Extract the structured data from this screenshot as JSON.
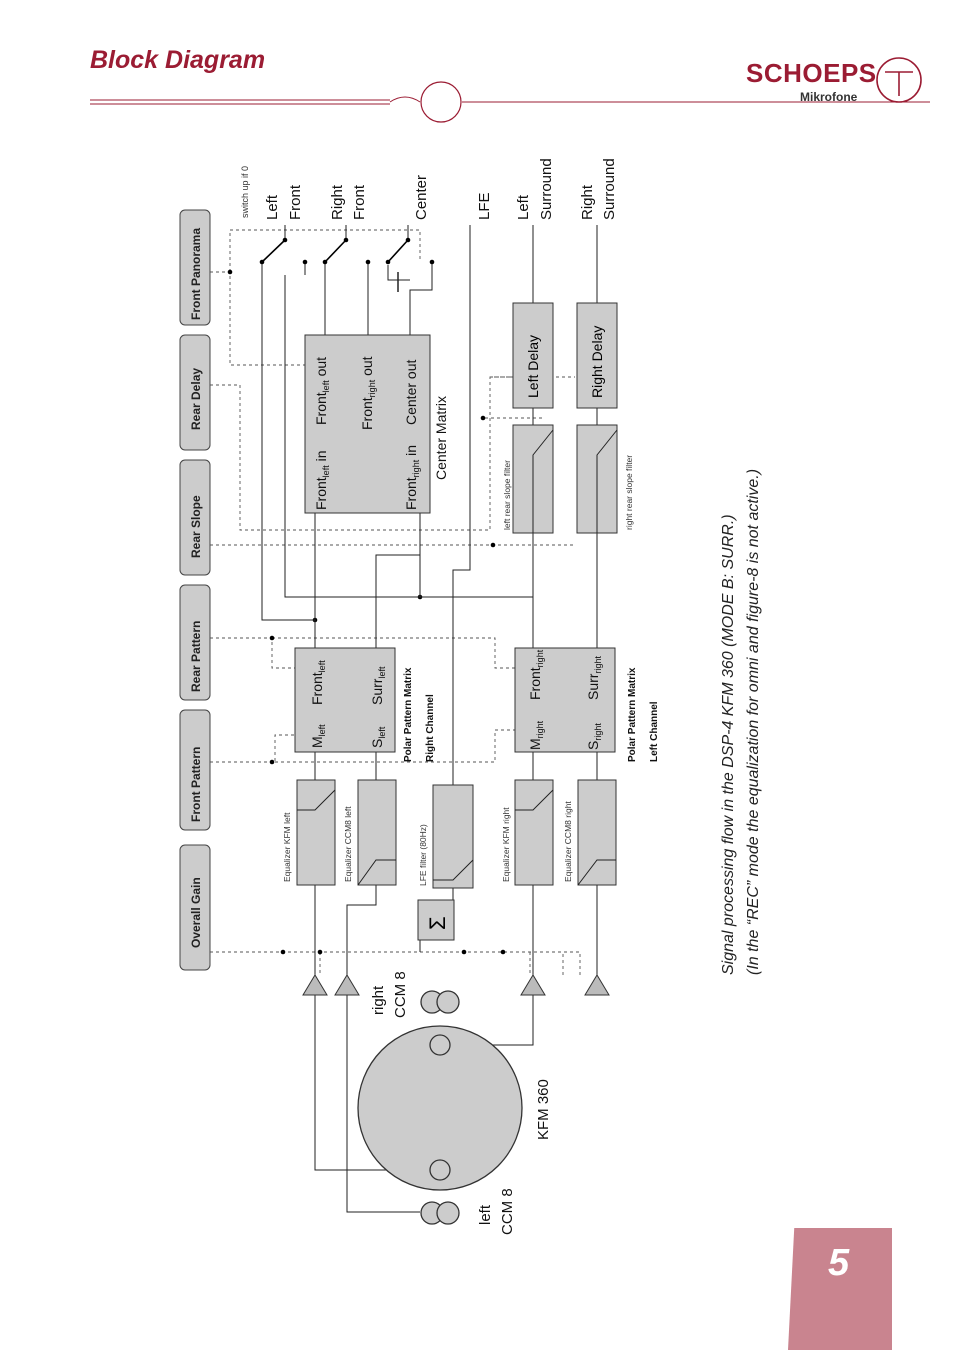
{
  "header": {
    "title": "Block Diagram",
    "brand": "SCHOEPS",
    "brand_sub": "Mikrofone"
  },
  "page_number": "5",
  "buttons": {
    "overall_gain": "Overall Gain",
    "front_pattern": "Front Pattern",
    "rear_pattern": "Rear Pattern",
    "rear_slope": "Rear Slope",
    "rear_delay": "Rear Delay",
    "front_panorama": "Front Panorama"
  },
  "switch_note": "switch up if 0",
  "outputs": {
    "left_front_1": "Left",
    "left_front_2": "Front",
    "right_front_1": "Right",
    "right_front_2": "Front",
    "center": "Center",
    "lfe": "LFE",
    "left_surround_1": "Left",
    "left_surround_2": "Surround",
    "right_surround_1": "Right",
    "right_surround_2": "Surround"
  },
  "center_matrix": {
    "front_in": "Front",
    "front_in_sub": "left",
    "front_in_suffix": " in",
    "front_out": "Front",
    "front_out_sub": "left",
    "front_out_suffix": " out",
    "front_right_out": "Front",
    "front_right_out_sub": "right",
    "front_right_out_suffix": " out",
    "front_right_in": "Front",
    "front_right_in_sub": "right",
    "front_right_in_suffix": " in",
    "center_out": "Center out",
    "label": "Center Matrix"
  },
  "delays": {
    "left": "Left Delay",
    "right": "Right Delay"
  },
  "slope_filters": {
    "left": "left rear slope filter",
    "right": "right rear slope filter"
  },
  "ppm_right": {
    "m": "M",
    "m_sub": "left",
    "front": "Front",
    "front_sub": "left",
    "s": "S",
    "s_sub": "left",
    "surr": "Surr",
    "surr_sub": "left",
    "label1": "Polar Pattern Matrix",
    "label2": "Right Channel"
  },
  "ppm_left": {
    "m": "M",
    "m_sub": "right",
    "front": "Front",
    "front_sub": "right",
    "s": "S",
    "s_sub": "right",
    "surr": "Surr",
    "surr_sub": "right",
    "label1": "Polar Pattern Matrix",
    "label2": "Left Channel"
  },
  "equalizers": {
    "kfm_left": "Equalizer KFM left",
    "ccm8_left": "Equalizer CCM8 left",
    "lfe": "LFE filter (80Hz)",
    "kfm_right": "Equalizer KFM right",
    "ccm8_right": "Equalizer CCM8 right"
  },
  "sum_symbol": "Σ",
  "mics": {
    "right_1": "right",
    "right_2": "CCM 8",
    "kfm": "KFM 360",
    "left_1": "left",
    "left_2": "CCM 8"
  },
  "caption": {
    "line1": "Signal processing flow in the DSP-4 KFM 360 (MODE B: SURR.)",
    "line2": "(In the “REC” mode the equalization for omni and figure-8 is not active.)"
  }
}
